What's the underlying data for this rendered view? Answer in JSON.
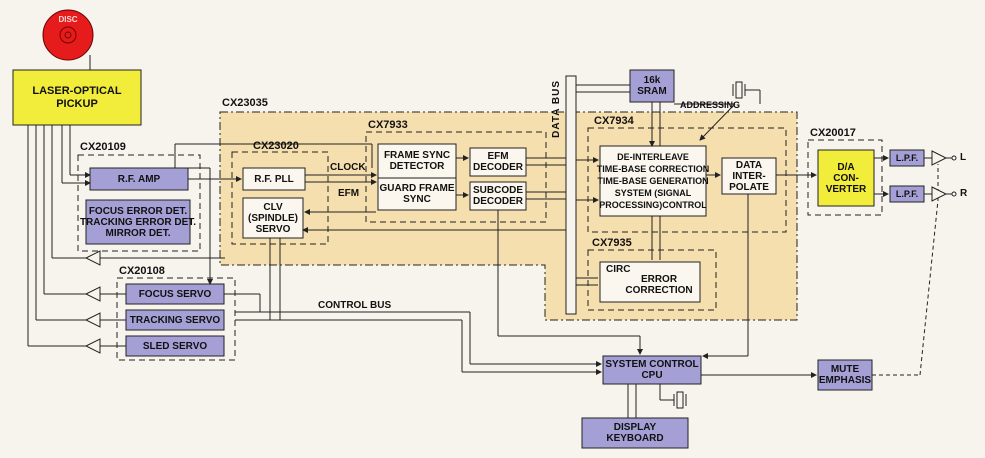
{
  "colors": {
    "background": "#f7f4ee",
    "core_region": "#f6dfae",
    "yellow_block": "#f2ec3a",
    "purple_block": "#a4a0d6",
    "disc_red": "#e61c1c",
    "line": "#222222"
  },
  "disc": {
    "label": "DISC"
  },
  "laser_pickup": {
    "label": "LASER-OPTICAL PICKUP"
  },
  "chips": {
    "cx20109": "CX20109",
    "cx23035": "CX23035",
    "cx23020": "CX23020",
    "cx7933": "CX7933",
    "cx7934": "CX7934",
    "cx7935": "CX7935",
    "cx20017": "CX20017",
    "cx20108": "CX20108"
  },
  "blocks": {
    "rf_amp": "R.F. AMP",
    "error_det": [
      "FOCUS ERROR DET.",
      "TRACKING ERROR DET.",
      "MIRROR DET."
    ],
    "rf_pll": "R.F. PLL",
    "clv_servo": [
      "CLV",
      "(SPINDLE)",
      "SERVO"
    ],
    "frame_sync": [
      "FRAME SYNC",
      "DETECTOR"
    ],
    "guard_frame": [
      "GUARD FRAME",
      "SYNC"
    ],
    "efm_decoder": [
      "EFM",
      "DECODER"
    ],
    "subcode_decoder": [
      "SUBCODE",
      "DECODER"
    ],
    "sram": [
      "16k",
      "SRAM"
    ],
    "deinterleave": [
      "DE-INTERLEAVE",
      "TIME-BASE CORRECTION",
      "TIME-BASE GENERATION",
      "SYSTEM (SIGNAL",
      "PROCESSING)CONTROL"
    ],
    "data_interpolate": [
      "DATA",
      "INTER-",
      "POLATE"
    ],
    "circ": "CIRC",
    "error_correction": [
      "ERROR",
      "CORRECTION"
    ],
    "da_converter": [
      "D/A",
      "CON-",
      "VERTER"
    ],
    "lpf_l": "L.P.F.",
    "lpf_r": "L.P.F.",
    "focus_servo": "FOCUS SERVO",
    "tracking_servo": "TRACKING SERVO",
    "sled_servo": "SLED SERVO",
    "system_control": [
      "SYSTEM CONTROL",
      "CPU"
    ],
    "mute_emphasis": [
      "MUTE",
      "EMPHASIS"
    ],
    "display_keyboard": [
      "DISPLAY",
      "KEYBOARD"
    ]
  },
  "signals": {
    "clock": "CLOCK",
    "efm": "EFM",
    "data_bus": "DATA BUS",
    "addressing": "ADDRESSING",
    "control_bus": "CONTROL BUS",
    "out_l": "L",
    "out_r": "R"
  }
}
